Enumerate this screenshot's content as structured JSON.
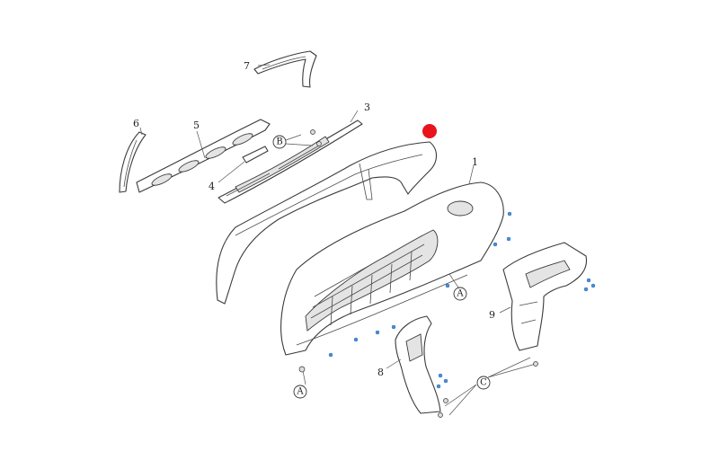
{
  "colors": {
    "marker": "#e8141b",
    "clip": "#4a90d9",
    "line": "#3a3a3a"
  },
  "part_numbers": [
    {
      "id": "p1",
      "label": "1"
    },
    {
      "id": "p3",
      "label": "3"
    },
    {
      "id": "p4",
      "label": "4"
    },
    {
      "id": "p5",
      "label": "5"
    },
    {
      "id": "p6",
      "label": "6"
    },
    {
      "id": "p7",
      "label": "7"
    },
    {
      "id": "p8",
      "label": "8"
    },
    {
      "id": "p9",
      "label": "9"
    }
  ],
  "callouts": [
    {
      "id": "cB",
      "label": "B"
    },
    {
      "id": "cA1",
      "label": "A"
    },
    {
      "id": "cA2",
      "label": "A"
    },
    {
      "id": "cC",
      "label": "C"
    }
  ]
}
